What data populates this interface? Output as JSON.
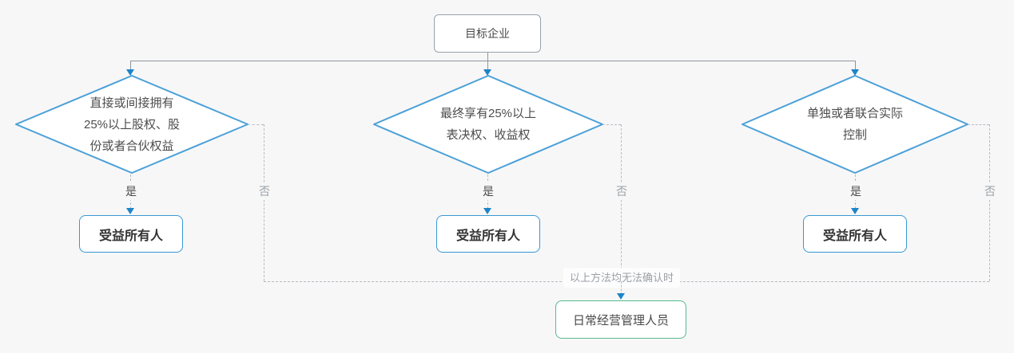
{
  "flowchart": {
    "start": {
      "label": "目标企业"
    },
    "branches": [
      {
        "condition": [
          "直接或间接拥有",
          "25%以上股权、股",
          "份或者合伙权益"
        ],
        "yes_label": "是",
        "no_label": "否",
        "result": "受益所有人"
      },
      {
        "condition": [
          "最终享有25%以上",
          "表决权、收益权"
        ],
        "yes_label": "是",
        "no_label": "否",
        "result": "受益所有人"
      },
      {
        "condition": [
          "单独或者联合实际",
          "控制"
        ],
        "yes_label": "是",
        "no_label": "否",
        "result": "受益所有人"
      }
    ],
    "fallback": {
      "note": "以上方法均无法确认时",
      "label": "日常经营管理人员"
    }
  },
  "colors": {
    "background": "#f7f7f8",
    "diamond_stroke": "#4aa0d8",
    "arrow_blue": "#1e84c8",
    "result_border": "#3898d3",
    "fallback_border": "#57b98c",
    "solid_line": "#8f959b",
    "dashed_line": "#b6bcc2",
    "muted_text": "#9aa0a6",
    "text": "#4a4a4a"
  }
}
